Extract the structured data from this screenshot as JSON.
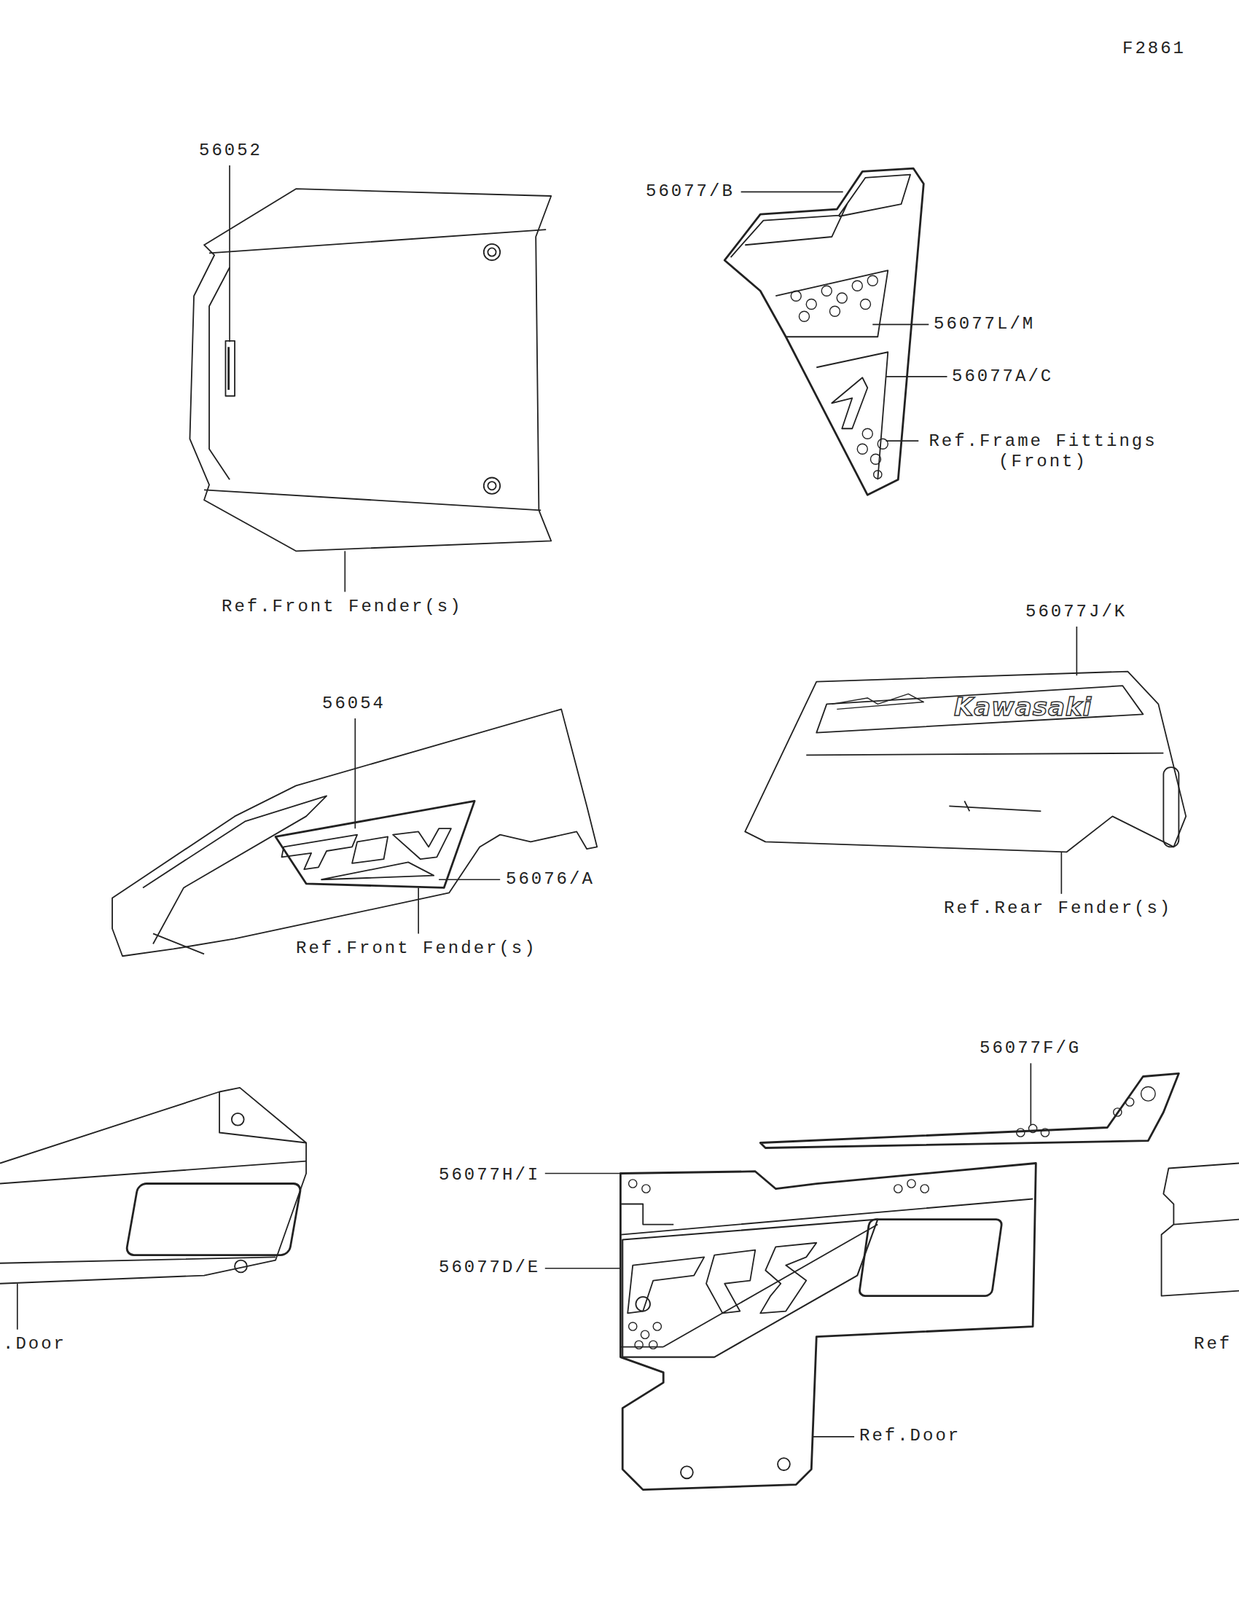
{
  "diagram": {
    "labels": [
      "F2861",
      "56052",
      "56077/B",
      "56077L/M",
      "56077A/C",
      "Ref.Frame Fittings (Front)",
      "Ref.Front Fender(s)",
      "56054",
      "56076/A",
      "Ref.Front Fender(s)",
      "56077J/K",
      "Kawasaki",
      "Ref.Rear Fender(s)",
      "56077F/G",
      "56077H/I",
      "56077D/E",
      ".Door",
      "Ref.Door",
      "Ref"
    ]
  }
}
